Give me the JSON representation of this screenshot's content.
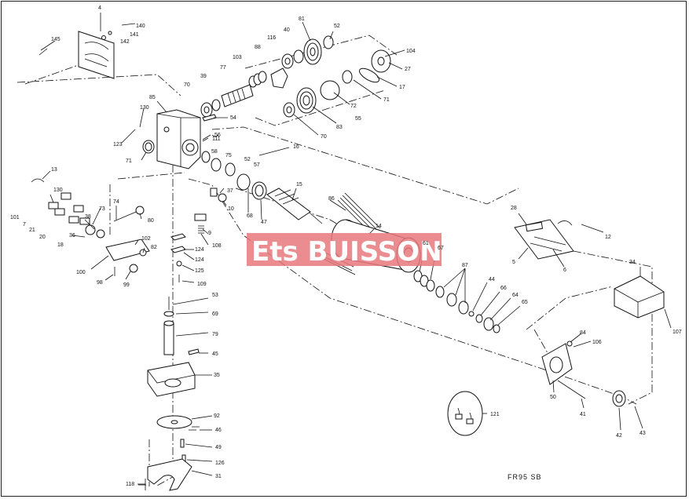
{
  "watermark": {
    "text": "Ets BUISSON",
    "color": "#e8787c"
  },
  "drawing_ref": "FR95 SB",
  "labels": [
    "4",
    "140",
    "141",
    "142",
    "145",
    "81",
    "40",
    "52",
    "116",
    "88",
    "103",
    "104",
    "27",
    "77",
    "39",
    "70",
    "17",
    "71",
    "72",
    "83",
    "55",
    "70",
    "130",
    "85",
    "123",
    "54",
    "71",
    "111",
    "56",
    "58",
    "75",
    "52",
    "57",
    "16",
    "13",
    "130",
    "101",
    "7",
    "21",
    "20",
    "18",
    "73",
    "74",
    "38",
    "36",
    "80",
    "37",
    "10",
    "68",
    "47",
    "15",
    "86",
    "14",
    "102",
    "82",
    "100",
    "99",
    "98",
    "9",
    "108",
    "124",
    "124",
    "125",
    "109",
    "61",
    "67",
    "87",
    "44",
    "66",
    "64",
    "65",
    "28",
    "12",
    "5",
    "6",
    "34",
    "107",
    "53",
    "69",
    "79",
    "45",
    "35",
    "84",
    "106",
    "50",
    "41",
    "92",
    "46",
    "49",
    "126",
    "121",
    "42",
    "43",
    "118",
    "31"
  ]
}
